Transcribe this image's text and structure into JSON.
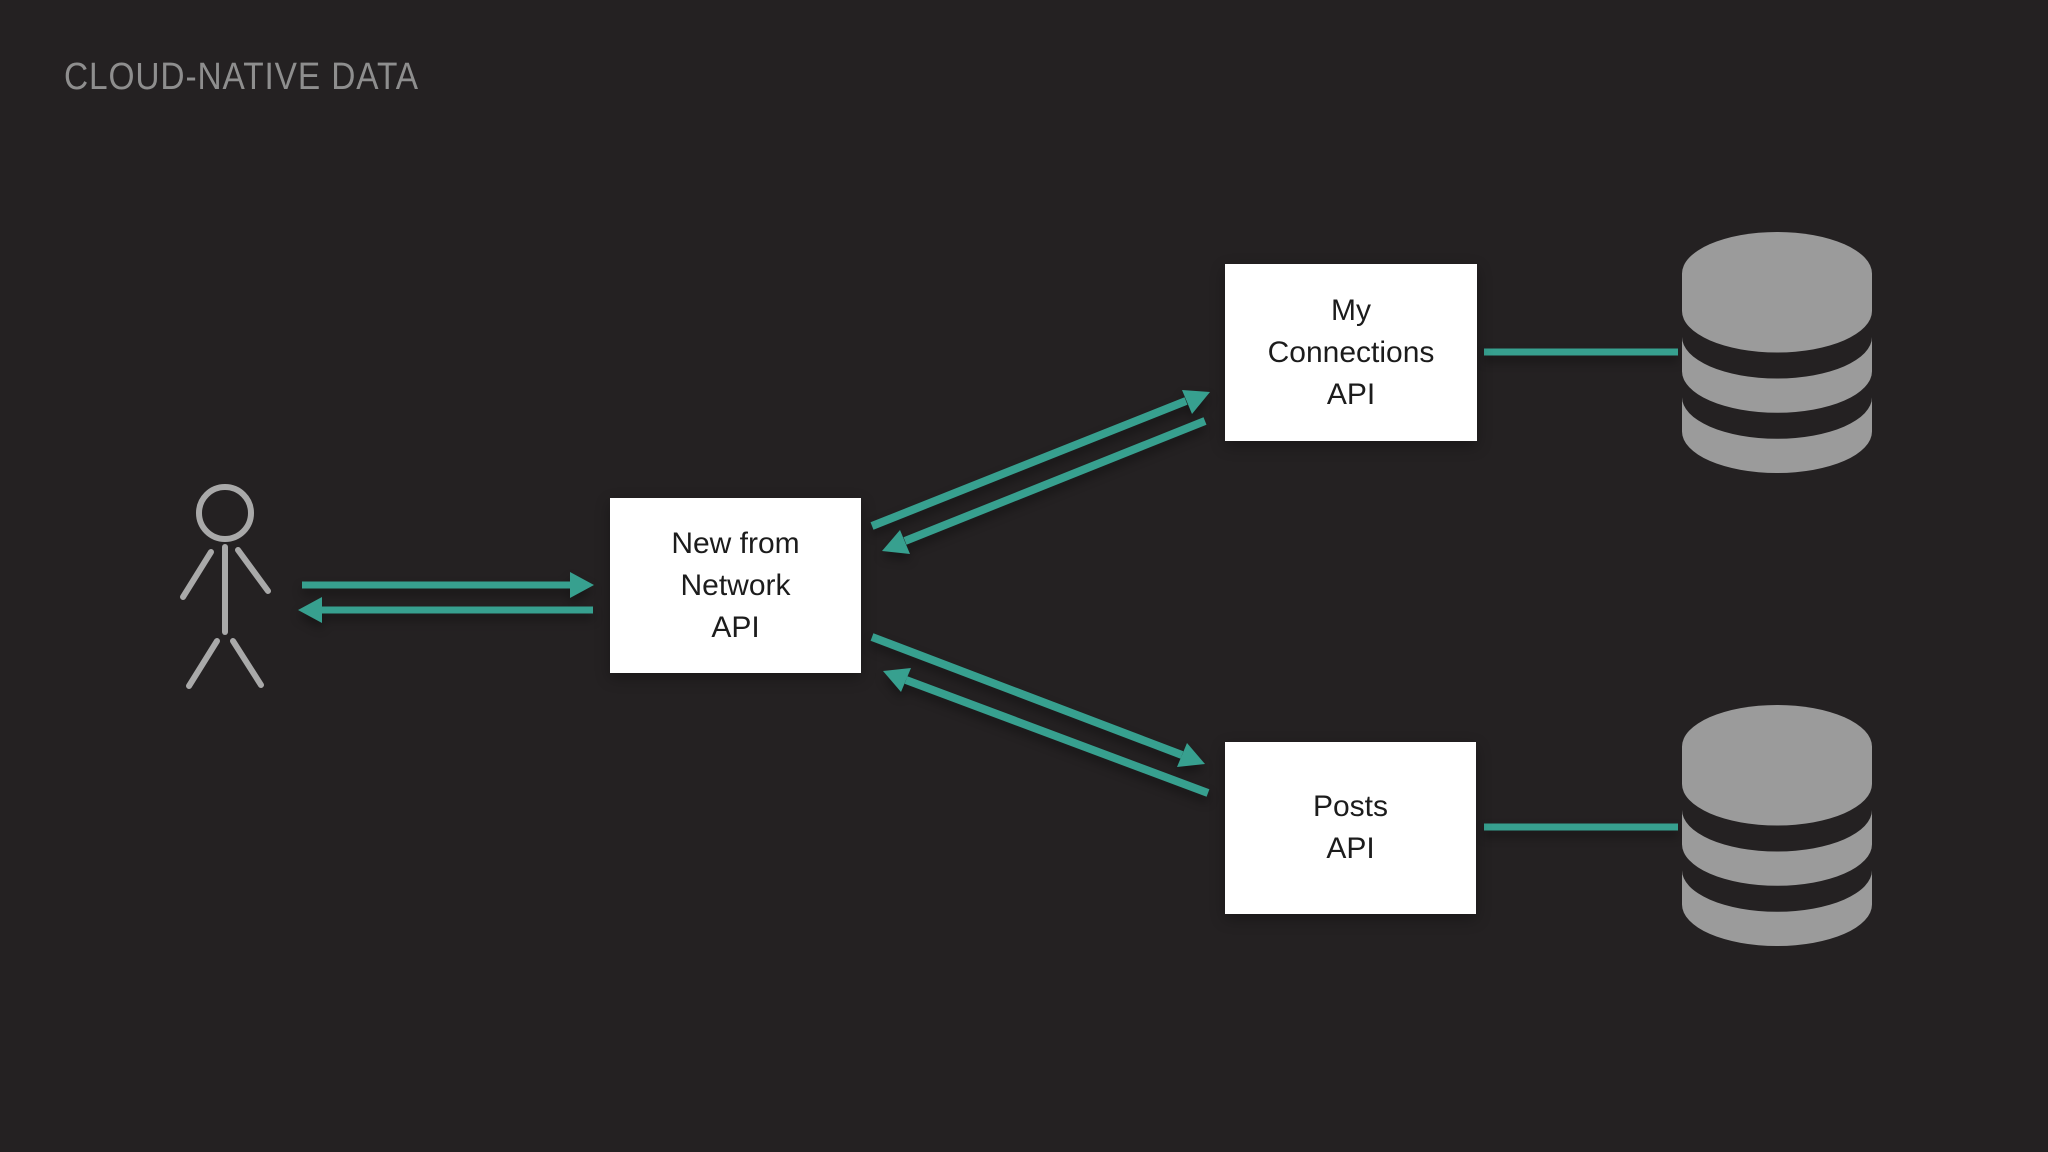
{
  "title": "CLOUD-NATIVE DATA",
  "colors": {
    "background": "#242122",
    "accent": "#37A08F",
    "node_background": "#FFFFFF",
    "node_text": "#1C1C1C",
    "actor": "#A9A9A9",
    "database": "#9B9B9B",
    "title_text": "#8E8E8E"
  },
  "nodes": {
    "new_from_network": {
      "lines": [
        "New from",
        "Network",
        "API"
      ]
    },
    "my_connections": {
      "lines": [
        "My",
        "Connections",
        "API"
      ]
    },
    "posts": {
      "lines": [
        "Posts",
        "API"
      ]
    }
  },
  "actors": [
    {
      "id": "user",
      "icon": "user-icon"
    }
  ],
  "databases": [
    {
      "id": "connections-db",
      "icon": "database-icon",
      "attached_to": "My Connections API"
    },
    {
      "id": "posts-db",
      "icon": "database-icon",
      "attached_to": "Posts API"
    }
  ],
  "edges": [
    {
      "from": "User",
      "to": "New from Network API",
      "style": "bidirectional-arrows"
    },
    {
      "from": "New from Network API",
      "to": "My Connections API",
      "style": "bidirectional-arrows"
    },
    {
      "from": "New from Network API",
      "to": "Posts API",
      "style": "bidirectional-arrows"
    },
    {
      "from": "My Connections API",
      "to": "connections-db",
      "style": "plain-line"
    },
    {
      "from": "Posts API",
      "to": "posts-db",
      "style": "plain-line"
    }
  ]
}
